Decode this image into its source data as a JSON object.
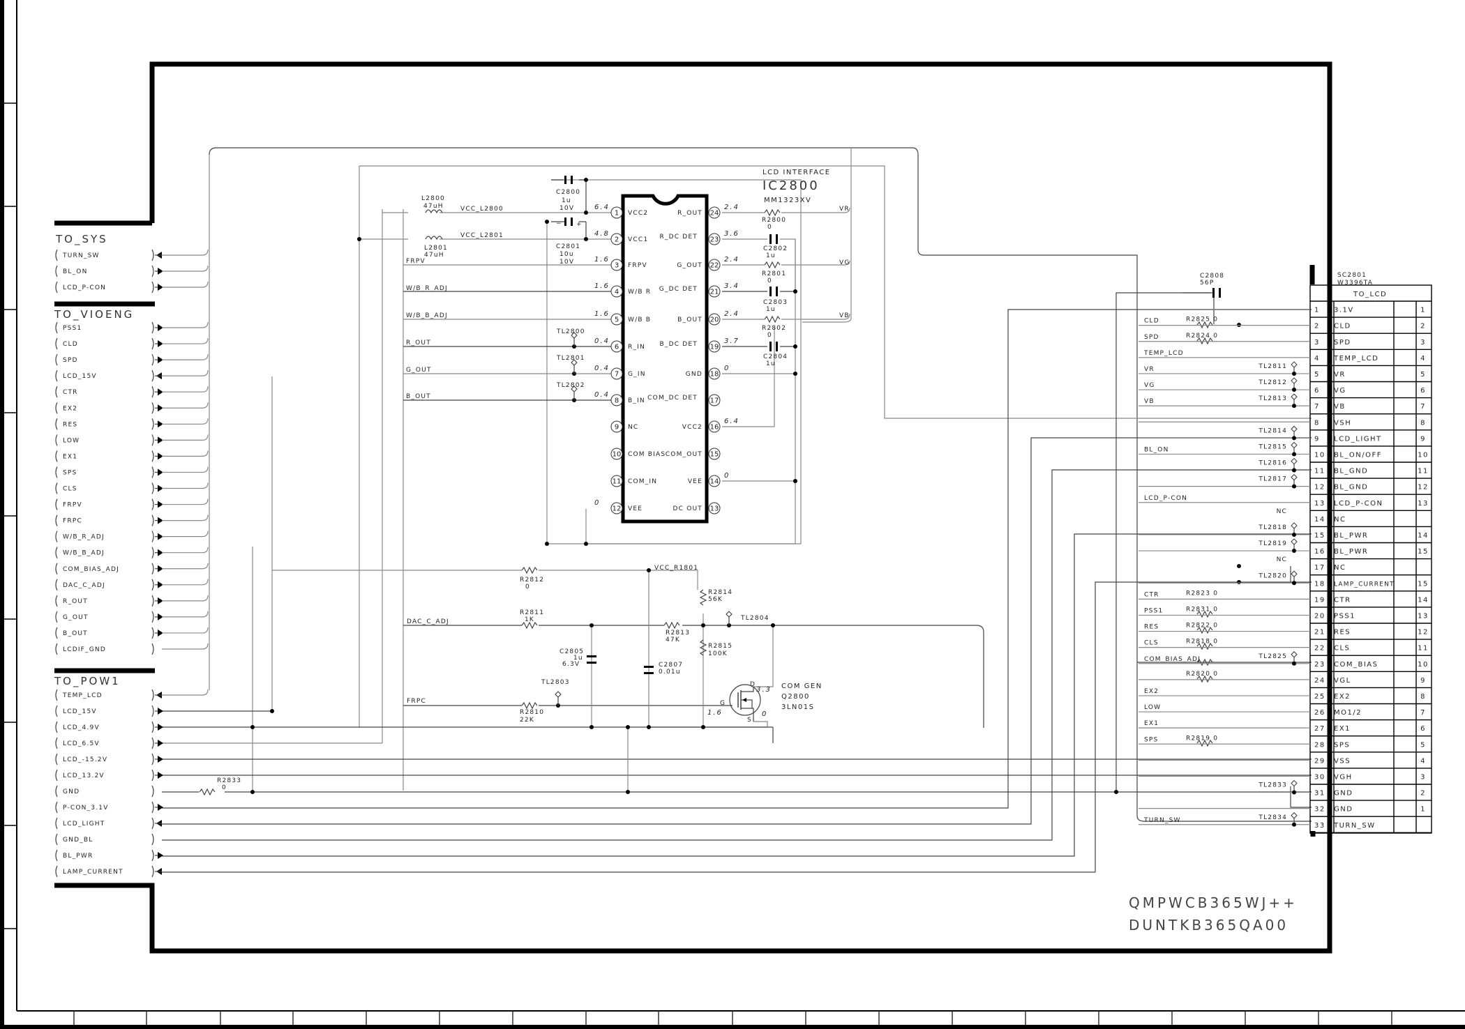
{
  "title_block": {
    "model_line1": "QMPWCB365WJ++",
    "model_line2": "DUNTKB365QA00"
  },
  "ic": {
    "function": "LCD INTERFACE",
    "ref": "IC2800",
    "part": "MM1323XV",
    "left_pins": [
      {
        "num": "1",
        "name": "VCC2",
        "volt": "6.4",
        "net": "VCC_L2800"
      },
      {
        "num": "2",
        "name": "VCC1",
        "volt": "4.8",
        "net": "VCC_L2801"
      },
      {
        "num": "3",
        "name": "FRPV",
        "volt": "1.6",
        "net": "FRPV"
      },
      {
        "num": "4",
        "name": "W/B R",
        "volt": "1.6",
        "net": "W/B_R_ADJ"
      },
      {
        "num": "5",
        "name": "W/B B",
        "volt": "1.6",
        "net": "W/B_B_ADJ"
      },
      {
        "num": "6",
        "name": "R_IN",
        "volt": "0.4",
        "net": "R_OUT"
      },
      {
        "num": "7",
        "name": "G_IN",
        "volt": "0.4",
        "net": "G_OUT"
      },
      {
        "num": "8",
        "name": "B_IN",
        "volt": "0.4",
        "net": "B_OUT"
      },
      {
        "num": "9",
        "name": "NC",
        "volt": "",
        "net": ""
      },
      {
        "num": "10",
        "name": "COM BIAS",
        "volt": "",
        "net": ""
      },
      {
        "num": "11",
        "name": "COM_IN",
        "volt": "",
        "net": ""
      },
      {
        "num": "12",
        "name": "VEE",
        "volt": "0",
        "net": ""
      }
    ],
    "right_pins": [
      {
        "num": "24",
        "name": "R_OUT",
        "volt": "2.4"
      },
      {
        "num": "23",
        "name": "R_DC DET",
        "volt": "3.6"
      },
      {
        "num": "22",
        "name": "G_OUT",
        "volt": "2.4"
      },
      {
        "num": "21",
        "name": "G_DC DET",
        "volt": "3.4"
      },
      {
        "num": "20",
        "name": "B_OUT",
        "volt": "2.4"
      },
      {
        "num": "19",
        "name": "B_DC DET",
        "volt": "3.7"
      },
      {
        "num": "18",
        "name": "GND",
        "volt": "0"
      },
      {
        "num": "17",
        "name": "COM_DC DET",
        "volt": ""
      },
      {
        "num": "16",
        "name": "VCC2",
        "volt": "6.4"
      },
      {
        "num": "15",
        "name": "COM_OUT",
        "volt": ""
      },
      {
        "num": "14",
        "name": "VEE",
        "volt": "0"
      },
      {
        "num": "13",
        "name": "DC OUT",
        "volt": ""
      }
    ]
  },
  "components": {
    "L2800": {
      "ref": "L2800",
      "value": "47uH"
    },
    "L2801": {
      "ref": "L2801",
      "value": "47uH"
    },
    "C2800": {
      "ref": "C2800",
      "value": "1u",
      "rating": "10V"
    },
    "C2801": {
      "ref": "C2801",
      "value": "10u",
      "rating": "10V"
    },
    "R2800": {
      "ref": "R2800",
      "value": "0"
    },
    "C2802": {
      "ref": "C2802",
      "value": "1u"
    },
    "R2801": {
      "ref": "R2801",
      "value": "0"
    },
    "C2803": {
      "ref": "C2803",
      "value": "1u"
    },
    "R2802": {
      "ref": "R2802",
      "value": "0"
    },
    "C2804": {
      "ref": "C2804",
      "value": "1u"
    },
    "R2812": {
      "ref": "R2812",
      "value": "0"
    },
    "R2811": {
      "ref": "R2811",
      "value": "1K"
    },
    "R2810": {
      "ref": "R2810",
      "value": "22K"
    },
    "R2813": {
      "ref": "R2813",
      "value": "47K"
    },
    "R2814": {
      "ref": "R2814",
      "value": "56K"
    },
    "R2815": {
      "ref": "R2815",
      "value": "100K"
    },
    "C2805": {
      "ref": "C2805",
      "value": "1u",
      "rating": "6.3V"
    },
    "C2807": {
      "ref": "C2807",
      "value": "0.01u"
    },
    "C2808": {
      "ref": "C2808",
      "value": "56P"
    },
    "R2833": {
      "ref": "R2833",
      "value": "0"
    },
    "Q2800": {
      "function": "COM GEN",
      "ref": "Q2800",
      "part": "3LN01S",
      "vd": "3.3",
      "vg": "1.6",
      "vs": "0",
      "d": "D",
      "g": "G",
      "s": "S"
    },
    "TL2800": "TL2800",
    "TL2801": "TL2801",
    "TL2802": "TL2802",
    "TL2803": "TL2803",
    "TL2804": "TL2804",
    "vcc_r1801": "VCC_R1801",
    "out_nets": {
      "vr": "VR",
      "vg": "VG",
      "vb": "VB"
    },
    "left_nets": {
      "dac": "DAC_C_ADJ",
      "frpc": "FRPC"
    }
  },
  "to_sys": {
    "title": "TO_SYS",
    "signals": [
      {
        "name": "TURN_SW",
        "dir": "in"
      },
      {
        "name": "BL_ON",
        "dir": "out"
      },
      {
        "name": "LCD_P-CON",
        "dir": "out"
      }
    ]
  },
  "to_vioeng": {
    "title": "TO_VIOENG",
    "signals": [
      {
        "name": "PSS1",
        "dir": "out"
      },
      {
        "name": "CLD",
        "dir": "out"
      },
      {
        "name": "SPD",
        "dir": "out"
      },
      {
        "name": "LCD_15V",
        "dir": "in"
      },
      {
        "name": "CTR",
        "dir": "out"
      },
      {
        "name": "EX2",
        "dir": "out"
      },
      {
        "name": "RES",
        "dir": "out"
      },
      {
        "name": "LOW",
        "dir": "out"
      },
      {
        "name": "EX1",
        "dir": "out"
      },
      {
        "name": "SPS",
        "dir": "out"
      },
      {
        "name": "CLS",
        "dir": "out"
      },
      {
        "name": "FRPV",
        "dir": "out"
      },
      {
        "name": "FRPC",
        "dir": "out"
      },
      {
        "name": "W/B_R_ADJ",
        "dir": "out"
      },
      {
        "name": "W/B_B_ADJ",
        "dir": "out"
      },
      {
        "name": "COM_BIAS_ADJ",
        "dir": "out"
      },
      {
        "name": "DAC_C_ADJ",
        "dir": "out"
      },
      {
        "name": "R_OUT",
        "dir": "out"
      },
      {
        "name": "G_OUT",
        "dir": "out"
      },
      {
        "name": "B_OUT",
        "dir": "out"
      },
      {
        "name": "LCDIF_GND",
        "dir": "none"
      }
    ]
  },
  "to_pow1": {
    "title": "TO_POW1",
    "signals": [
      {
        "name": "TEMP_LCD",
        "dir": "in"
      },
      {
        "name": "LCD_15V",
        "dir": "out"
      },
      {
        "name": "LCD_4.9V",
        "dir": "out"
      },
      {
        "name": "LCD_6.5V",
        "dir": "out"
      },
      {
        "name": "LCD_-15.2V",
        "dir": "out"
      },
      {
        "name": "LCD_13.2V",
        "dir": "out"
      },
      {
        "name": "GND",
        "dir": "none"
      },
      {
        "name": "P-CON_3.1V",
        "dir": "out"
      },
      {
        "name": "LCD_LIGHT",
        "dir": "in"
      },
      {
        "name": "GND_BL",
        "dir": "none"
      },
      {
        "name": "BL_PWR",
        "dir": "out"
      },
      {
        "name": "LAMP_CURRENT",
        "dir": "in"
      }
    ]
  },
  "connector": {
    "ref": "SC2801",
    "part": "W3396TA",
    "title": "TO_LCD",
    "rows": [
      {
        "pin": "1",
        "name": "3.1V",
        "alt": "1",
        "net": "",
        "tl": "",
        "series": ""
      },
      {
        "pin": "2",
        "name": "CLD",
        "alt": "2",
        "net": "CLD",
        "tl": "",
        "series": "R2825 0"
      },
      {
        "pin": "3",
        "name": "SPD",
        "alt": "3",
        "net": "SPD",
        "tl": "",
        "series": "R2824 0"
      },
      {
        "pin": "4",
        "name": "TEMP_LCD",
        "alt": "4",
        "net": "TEMP_LCD",
        "tl": "",
        "series": ""
      },
      {
        "pin": "5",
        "name": "VR",
        "alt": "5",
        "net": "VR",
        "tl": "TL2811",
        "series": ""
      },
      {
        "pin": "6",
        "name": "VG",
        "alt": "6",
        "net": "VG",
        "tl": "TL2812",
        "series": ""
      },
      {
        "pin": "7",
        "name": "VB",
        "alt": "7",
        "net": "VB",
        "tl": "TL2813",
        "series": ""
      },
      {
        "pin": "8",
        "name": "VSH",
        "alt": "8",
        "net": "",
        "tl": "",
        "series": ""
      },
      {
        "pin": "9",
        "name": "LCD_LIGHT",
        "alt": "9",
        "net": "",
        "tl": "TL2814",
        "series": ""
      },
      {
        "pin": "10",
        "name": "BL_ON/OFF",
        "alt": "10",
        "net": "BL_ON",
        "tl": "TL2815",
        "series": ""
      },
      {
        "pin": "11",
        "name": "BL_GND",
        "alt": "11",
        "net": "",
        "tl": "TL2816",
        "series": ""
      },
      {
        "pin": "12",
        "name": "BL_GND",
        "alt": "12",
        "net": "",
        "tl": "TL2817",
        "series": ""
      },
      {
        "pin": "13",
        "name": "LCD_P-CON",
        "alt": "13",
        "net": "LCD_P-CON",
        "tl": "",
        "series": ""
      },
      {
        "pin": "14",
        "name": "NC",
        "alt": "",
        "net": "",
        "tl": "NC",
        "series": ""
      },
      {
        "pin": "15",
        "name": "BL_PWR",
        "alt": "14",
        "net": "",
        "tl": "TL2818",
        "series": ""
      },
      {
        "pin": "16",
        "name": "BL_PWR",
        "alt": "15",
        "net": "",
        "tl": "TL2819",
        "series": ""
      },
      {
        "pin": "17",
        "name": "NC",
        "alt": "",
        "net": "",
        "tl": "NC",
        "series": ""
      },
      {
        "pin": "18",
        "name": "LAMP_CURRENT",
        "alt": "15",
        "net": "",
        "tl": "TL2820",
        "series": ""
      },
      {
        "pin": "19",
        "name": "CTR",
        "alt": "14",
        "net": "CTR",
        "tl": "",
        "series": "R2823 0"
      },
      {
        "pin": "20",
        "name": "PSS1",
        "alt": "13",
        "net": "PSS1",
        "tl": "",
        "series": "R2831 0"
      },
      {
        "pin": "21",
        "name": "RES",
        "alt": "12",
        "net": "RES",
        "tl": "",
        "series": "R2822 0"
      },
      {
        "pin": "22",
        "name": "CLS",
        "alt": "11",
        "net": "CLS",
        "tl": "",
        "series": "R2818 0"
      },
      {
        "pin": "23",
        "name": "COM_BIAS",
        "alt": "10",
        "net": "COM_BIAS_ADJ",
        "tl": "TL2825",
        "series": ""
      },
      {
        "pin": "24",
        "name": "VGL",
        "alt": "9",
        "net": "",
        "tl": "",
        "series": "R2820 0"
      },
      {
        "pin": "25",
        "name": "EX2",
        "alt": "8",
        "net": "EX2",
        "tl": "",
        "series": ""
      },
      {
        "pin": "26",
        "name": "MO1/2",
        "alt": "7",
        "net": "LOW",
        "tl": "",
        "series": ""
      },
      {
        "pin": "27",
        "name": "EX1",
        "alt": "6",
        "net": "EX1",
        "tl": "",
        "series": ""
      },
      {
        "pin": "28",
        "name": "SPS",
        "alt": "5",
        "net": "SPS",
        "tl": "",
        "series": "R2819 0"
      },
      {
        "pin": "29",
        "name": "VSS",
        "alt": "4",
        "net": "",
        "tl": "",
        "series": ""
      },
      {
        "pin": "30",
        "name": "VGH",
        "alt": "3",
        "net": "",
        "tl": "",
        "series": ""
      },
      {
        "pin": "31",
        "name": "GND",
        "alt": "2",
        "net": "",
        "tl": "TL2833",
        "series": ""
      },
      {
        "pin": "32",
        "name": "GND",
        "alt": "1",
        "net": "",
        "tl": "",
        "series": ""
      },
      {
        "pin": "33",
        "name": "TURN_SW",
        "alt": "",
        "net": "TURN_SW",
        "tl": "TL2834",
        "series": ""
      }
    ]
  }
}
